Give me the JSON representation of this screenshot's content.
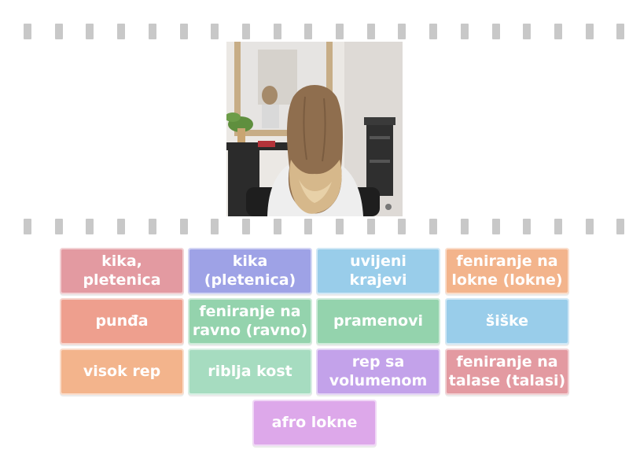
{
  "image": {
    "icon": "hairstyle-photo",
    "description_alt": ""
  },
  "tiles": [
    {
      "label": "kika, pletenica",
      "color": "#e39aa1"
    },
    {
      "label": "kika (pletenica)",
      "color": "#9ea2e6"
    },
    {
      "label": "uvijeni krajevi",
      "color": "#99cdea"
    },
    {
      "label": "feniranje na lokne (lokne)",
      "color": "#f3b48c"
    },
    {
      "label": "punđa",
      "color": "#ee9f8e"
    },
    {
      "label": "feniranje na ravno (ravno)",
      "color": "#94d3ad"
    },
    {
      "label": "pramenovi",
      "color": "#94d3ad"
    },
    {
      "label": "šiške",
      "color": "#99cdea"
    },
    {
      "label": "visok rep",
      "color": "#f3b48c"
    },
    {
      "label": "riblja kost",
      "color": "#a6dcc0"
    },
    {
      "label": "rep sa volumenom",
      "color": "#c3a2ea"
    },
    {
      "label": "feniranje na talase (talasi)",
      "color": "#e39aa1"
    },
    {
      "label": "afro lokne",
      "color": "#dda8ea"
    }
  ]
}
